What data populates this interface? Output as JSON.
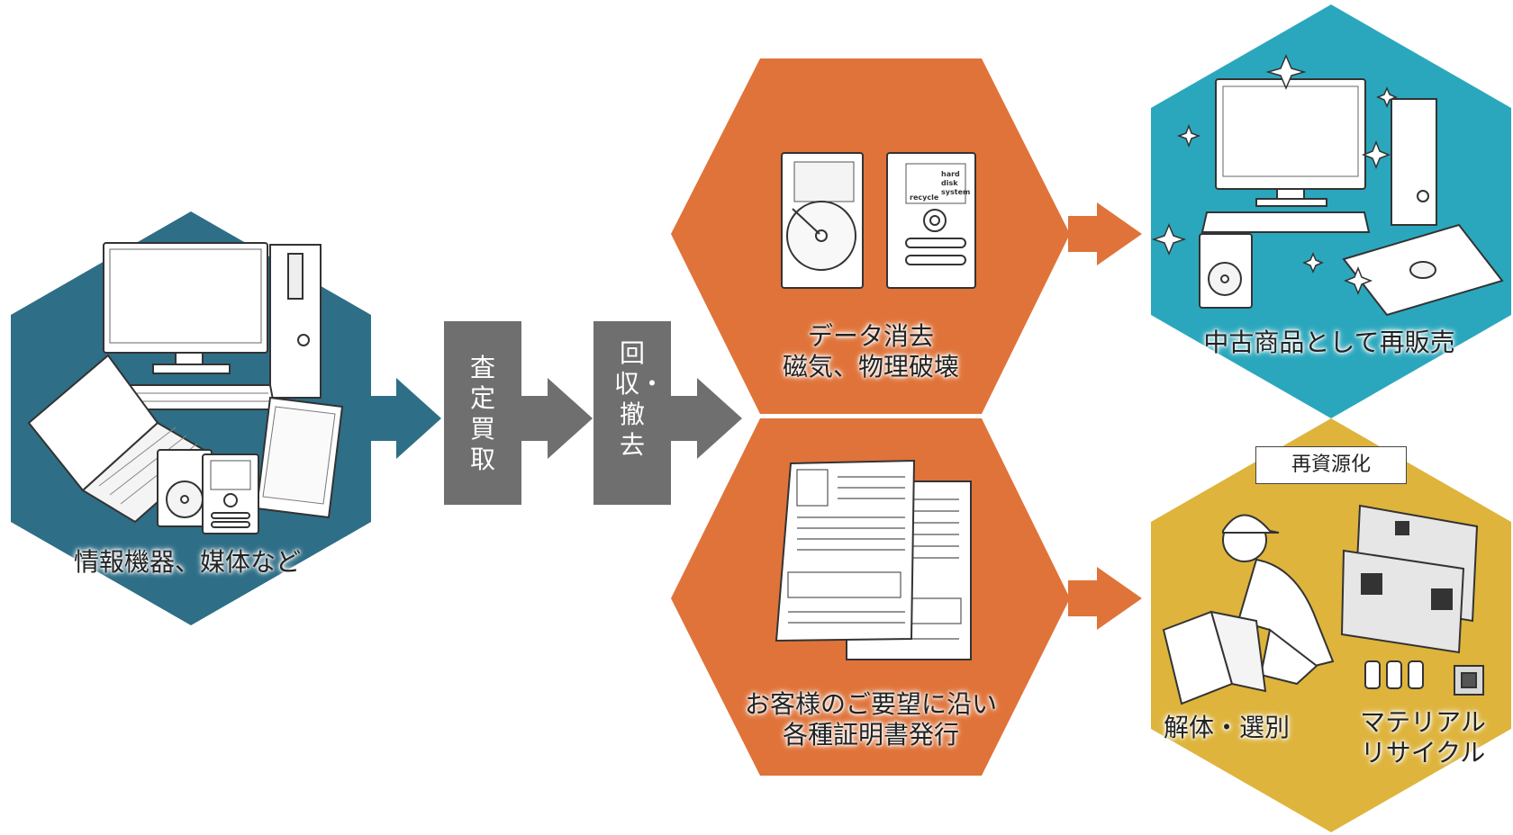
{
  "source": {
    "label": "情報機器、媒体など"
  },
  "steps": [
    {
      "label": "査定買取"
    },
    {
      "label": "回収・撤去"
    }
  ],
  "processes": [
    {
      "line1": "データ消去",
      "line2": "磁気、物理破壊"
    },
    {
      "line1": "お客様のご要望に沿い",
      "line2": "各種証明書発行"
    }
  ],
  "outcomes": {
    "resale": {
      "label": "中古商品として再販売"
    },
    "recycle": {
      "badge": "再資源化",
      "left_label": "解体・選別",
      "right_line1": "マテリアル",
      "right_line2": "リサイクル"
    }
  },
  "hdd_sticker": {
    "line1": "hard",
    "line2": "disk",
    "line3": "system",
    "brand": "recycle"
  },
  "colors": {
    "source_hex": "#2e6e87",
    "step_box": "#6f6f6f",
    "process_hex": "#e07339",
    "resale_hex": "#2aa7bd",
    "recycle_hex": "#deb43c"
  }
}
